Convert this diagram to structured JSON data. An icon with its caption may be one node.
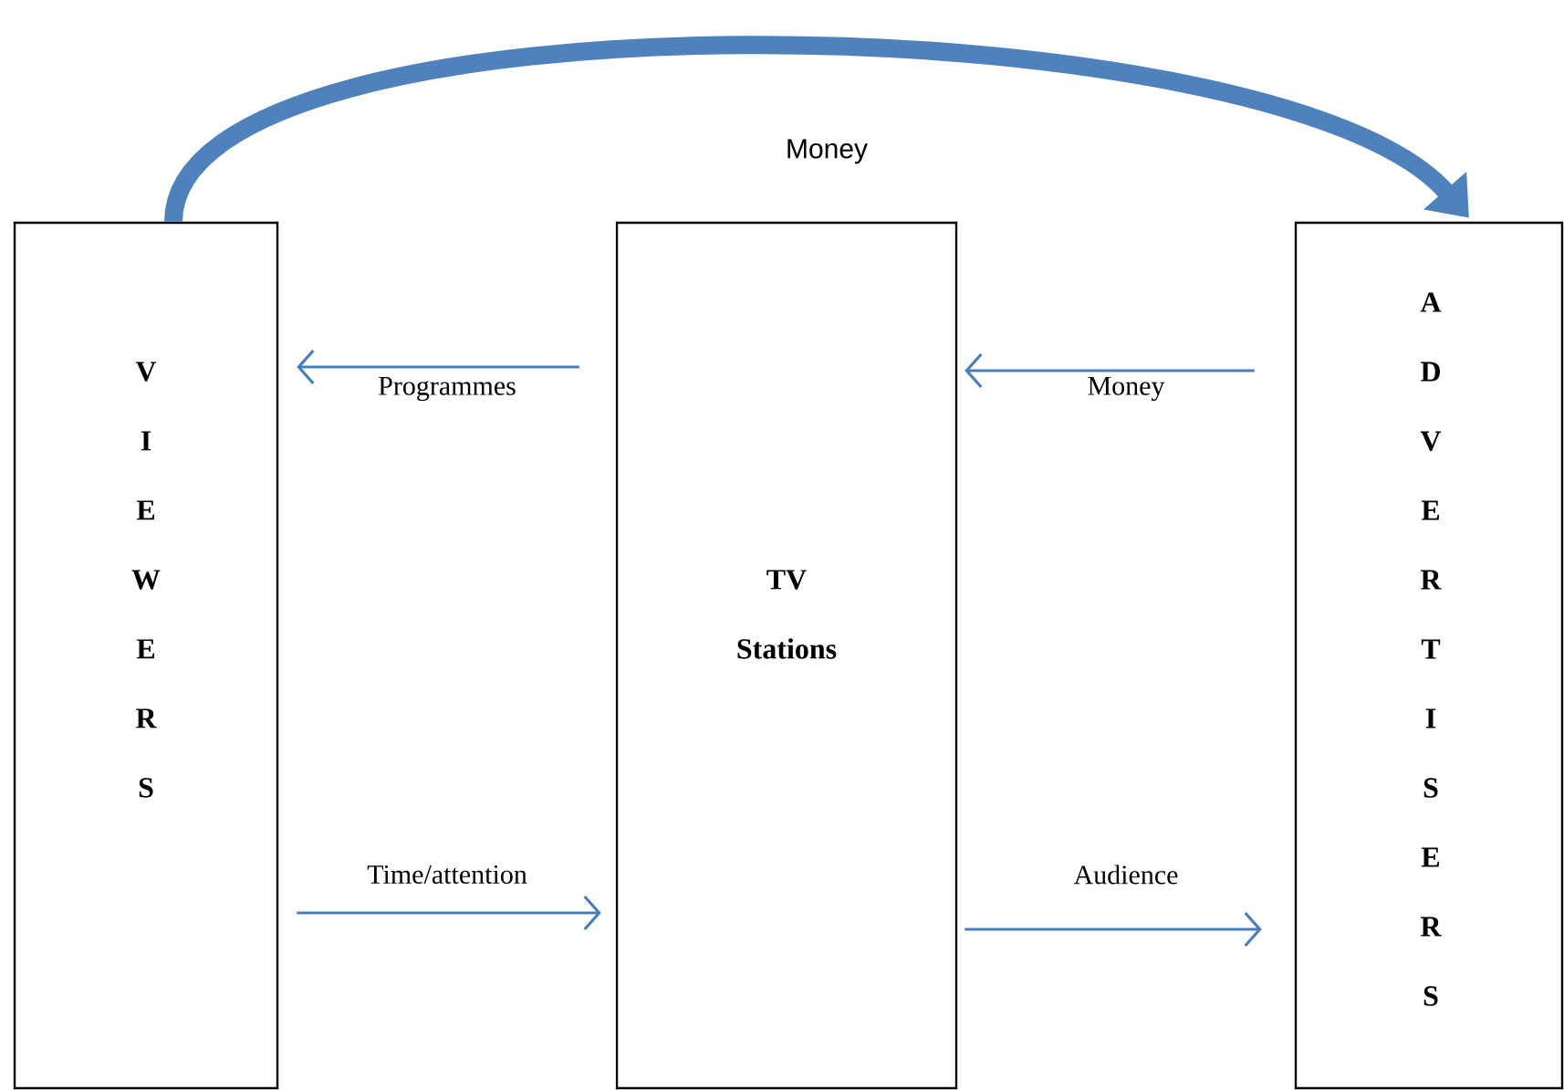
{
  "diagram": {
    "nodes": [
      {
        "text": [
          "V I E W E R S"
        ]
      },
      {
        "text": [
          "TV Stations"
        ]
      },
      {
        "text": [
          "A D V E R T I S E R S"
        ]
      }
    ],
    "edges": [
      {
        "from": 1,
        "to": 0,
        "arrow": "to",
        "label": "Programmes"
      },
      {
        "from": 2,
        "to": 1,
        "arrow": "to",
        "label": "Money"
      },
      {
        "from": 0,
        "to": 1,
        "arrow": "to",
        "label": "Time/attention"
      },
      {
        "from": 1,
        "to": 2,
        "arrow": "to",
        "label": "Audience"
      },
      {
        "from": 0,
        "to": 2,
        "arrow": "to",
        "label": "Money",
        "style": "thick"
      }
    ]
  }
}
